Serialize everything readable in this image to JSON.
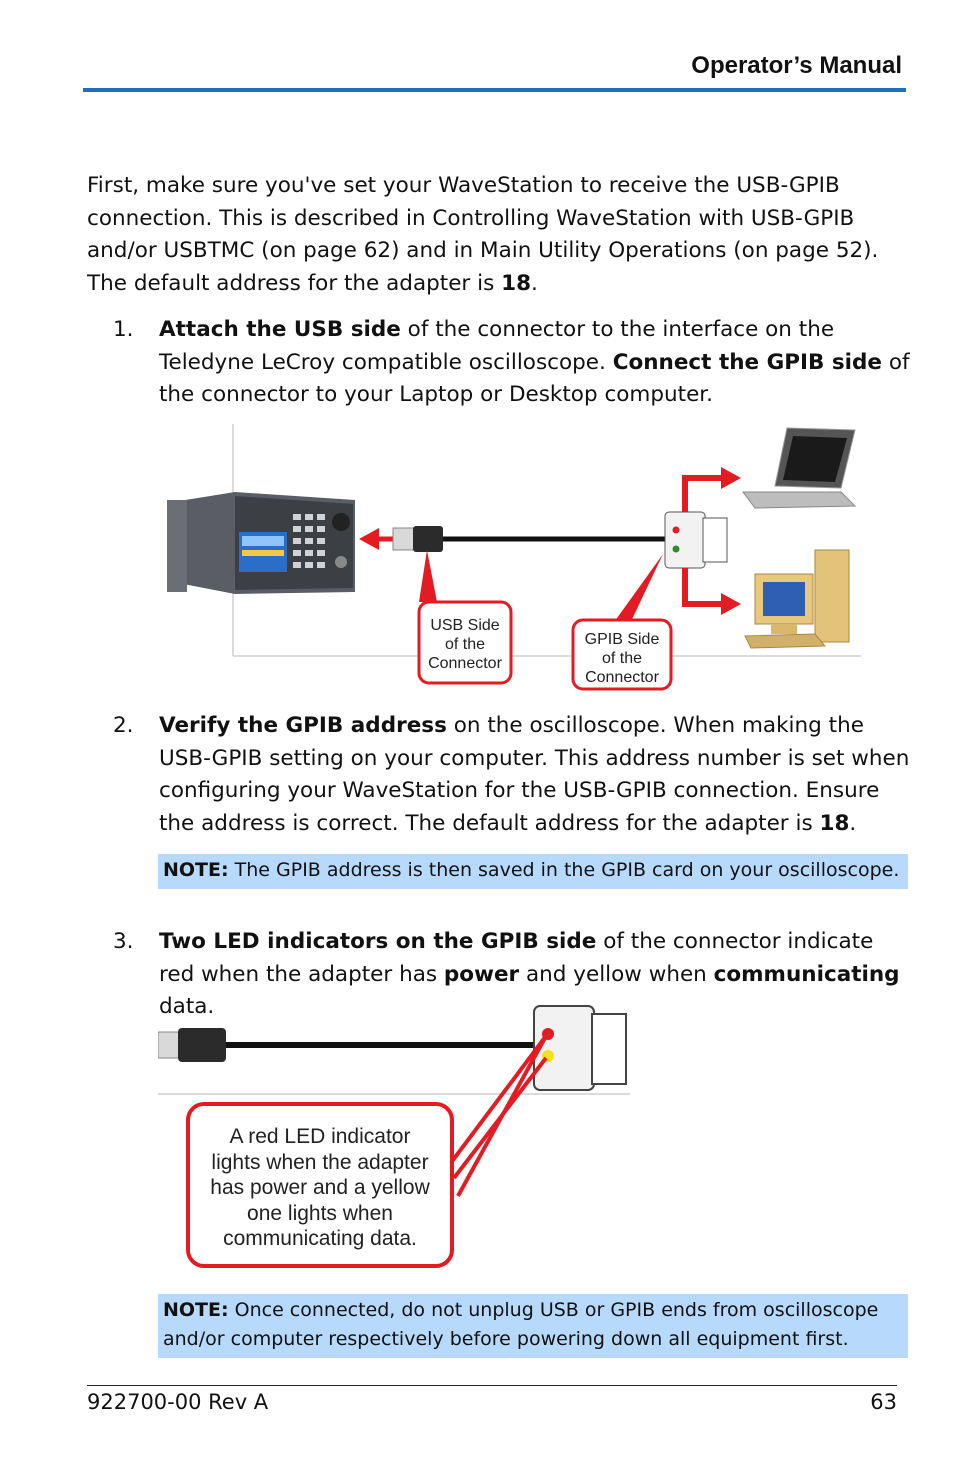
{
  "header": {
    "title": "Operator’s Manual"
  },
  "intro": {
    "text": "First, make sure you've set your WaveStation to receive the USB-GPIB connection. This is described in Controlling WaveStation with USB-GPIB and/or USBTMC (on page 62) and in Main Utility Operations (on page 52). The default address for the adapter is ",
    "address": "18",
    "end": "."
  },
  "steps": [
    {
      "num": "1.",
      "b1": "Attach the USB side",
      "t1": " of the connector to the interface on the Teledyne LeCroy compatible oscilloscope. ",
      "b2": "Connect the GPIB side",
      "t2": " of the connector to your Laptop or Desktop computer."
    },
    {
      "num": "2.",
      "b1": "Verify the GPIB address",
      "t1": " on the oscilloscope. When making the USB-GPIB setting on your computer. This address number is set when configuring your WaveStation for the USB-GPIB connection. Ensure the address is correct. The default address for the adapter is ",
      "b2": "18",
      "t2": "."
    },
    {
      "num": "3.",
      "b1": "Two LED indicators on the GPIB side",
      "t1": " of the connector indicate red when the adapter has ",
      "b2": "power",
      "t2": " and yellow when ",
      "b3": "communicating",
      "t3": " data."
    }
  ],
  "figure1": {
    "callout_usb": [
      "USB Side",
      "of the",
      "Connector"
    ],
    "callout_gpib": [
      "GPIB Side",
      "of the",
      "Connector"
    ]
  },
  "note1": {
    "label": "NOTE:",
    "text": " The GPIB address is then saved in the GPIB card on your oscilloscope."
  },
  "figure2": {
    "callout": [
      "A red LED indicator",
      "lights when the adapter",
      "has power and a yellow",
      "one lights when",
      "communicating data."
    ]
  },
  "note2": {
    "label": "NOTE:",
    "text": " Once connected, do not unplug USB or GPIB ends from oscilloscope and/or computer respectively before powering down all equipment first."
  },
  "footer": {
    "doc_id": "922700-00 Rev A",
    "page": "63"
  },
  "colors": {
    "accent": "#1f6fc0",
    "note_bg": "#b7d9fb",
    "callout_red": "#e31b23"
  }
}
